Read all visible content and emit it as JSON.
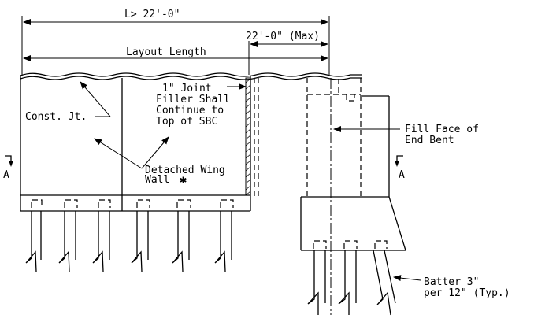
{
  "dimensions": {
    "overall": "L> 22'-0\"",
    "max_length": "22'-0\" (Max)",
    "layout_length": "Layout Length"
  },
  "labels": {
    "joint_filler": [
      "1\" Joint",
      "Filler Shall",
      "Continue to",
      "Top of SBC"
    ],
    "const_joint": "Const. Jt.",
    "detached_wing_wall": [
      "Detached Wing",
      "Wall"
    ],
    "fill_face": [
      "Fill Face of",
      "End Bent"
    ],
    "batter": [
      "Batter 3\"",
      "per 12\" (Typ.)"
    ],
    "section_left": "A",
    "section_right": "A"
  }
}
